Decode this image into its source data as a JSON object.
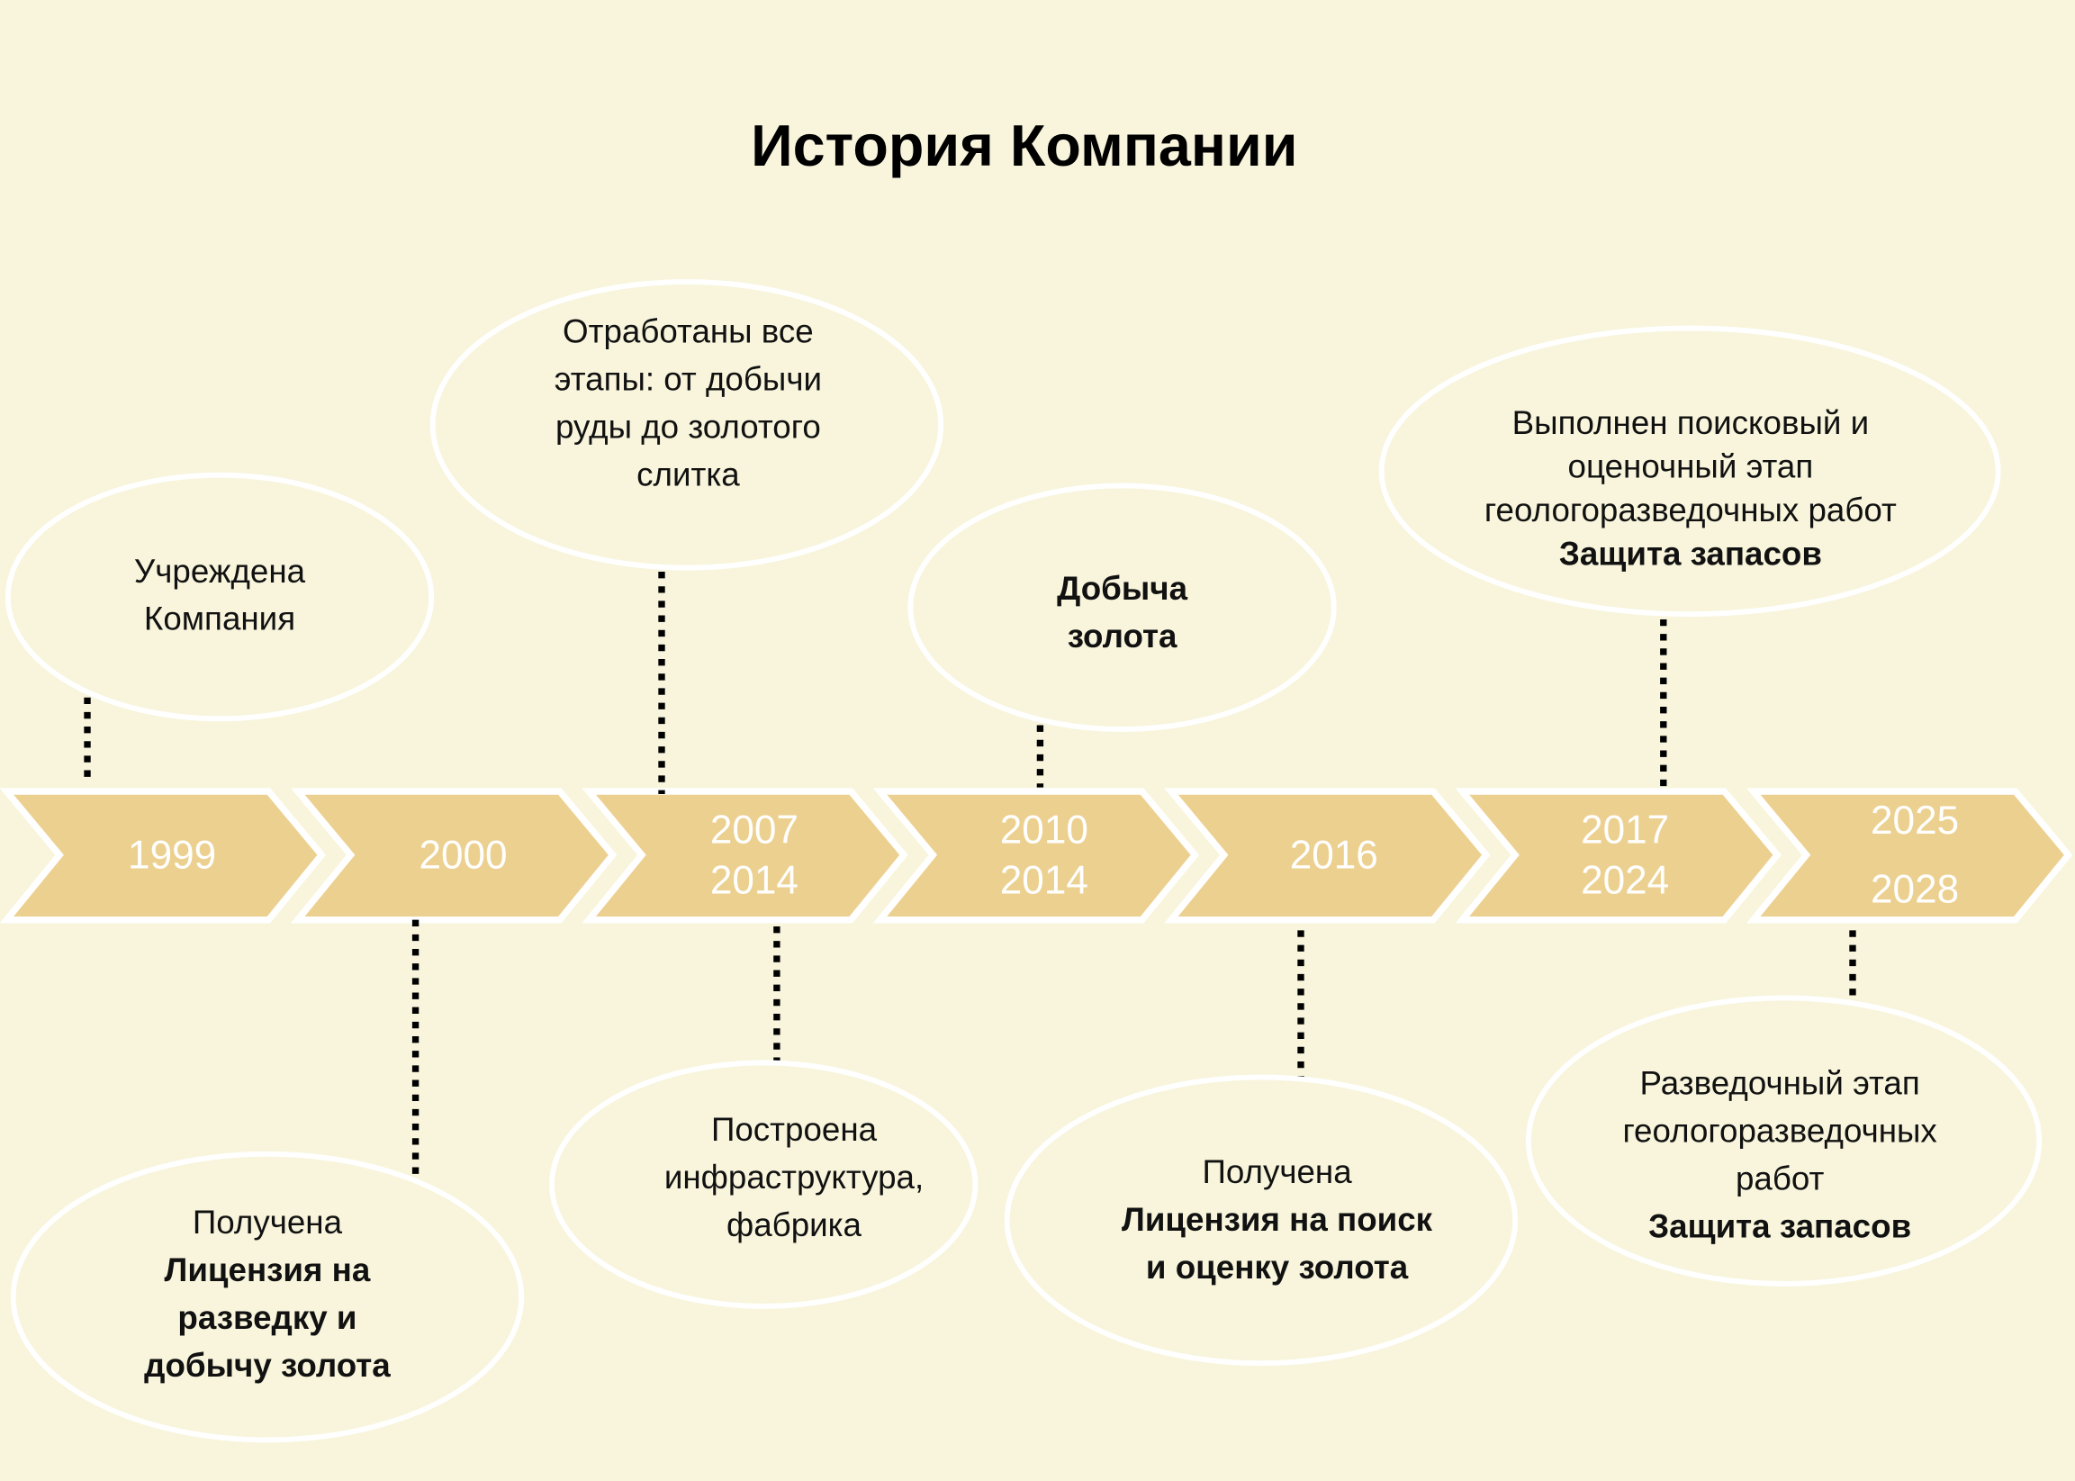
{
  "title": "История Компании",
  "colors": {
    "background": "#f8f5dc",
    "chevron": "#ecd08f",
    "outline": "#ffffff"
  },
  "years": [
    {
      "lines": [
        "1999"
      ]
    },
    {
      "lines": [
        "2000"
      ]
    },
    {
      "lines": [
        "2007",
        "2014"
      ]
    },
    {
      "lines": [
        "2010",
        "2014"
      ]
    },
    {
      "lines": [
        "2016"
      ]
    },
    {
      "lines": [
        "2017",
        "2024"
      ]
    },
    {
      "lines": [
        "2025",
        "2028"
      ]
    }
  ],
  "events": {
    "founded": {
      "text": "Учреждена Компания"
    },
    "license_exploration": {
      "text": "Получена",
      "bold": "Лицензия на разведку и добычу золота"
    },
    "all_stages": {
      "text": "Отработаны все этапы: от добычи руды до золотого слитка"
    },
    "infrastructure": {
      "text": "Построена инфраструктура, фабрика"
    },
    "gold_mining": {
      "bold": "Добыча золота"
    },
    "license_search": {
      "text": "Получена",
      "bold": "Лицензия на поиск и оценку золота"
    },
    "search_stage": {
      "text": "Выполнен поисковый и оценочный этап геологоразведочных работ",
      "bold": "Защита запасов"
    },
    "exploration_stage": {
      "text": "Разведочный этап геологоразведочных работ",
      "bold": "Защита запасов"
    }
  }
}
